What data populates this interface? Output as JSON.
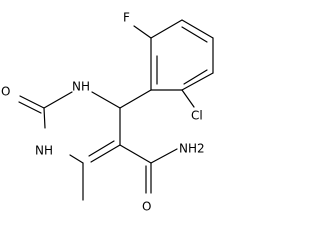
{
  "molecule": {
    "atoms": {
      "fluorine": "F",
      "chlorine": "Cl",
      "nitrogen_upper": "NH",
      "nitrogen_lower": "NH",
      "ring_carbonyl_oxygen": "O",
      "amide_oxygen": "O",
      "amide_group": "NH2"
    }
  },
  "colors": {
    "bond": "#000000",
    "text": "#000000",
    "background": "#ffffff"
  }
}
